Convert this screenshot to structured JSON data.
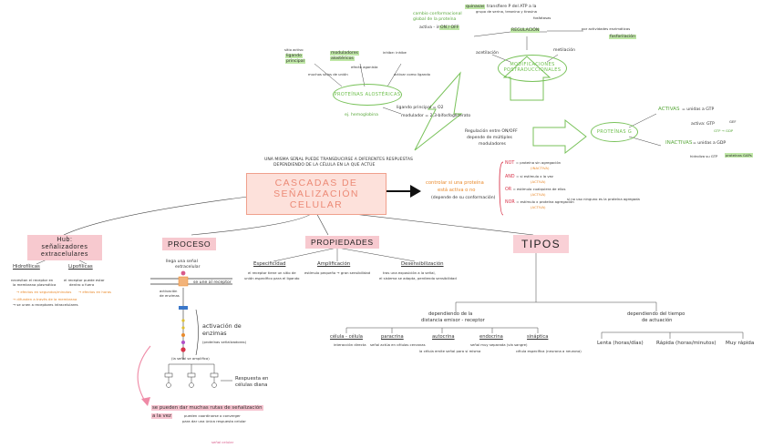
{
  "center": {
    "title_line1": "CASCADAS DE",
    "title_line2": "SEÑALIZACIÓN CELULAR",
    "above_line1": "UNA MISMA SEÑAL PUEDE TRANSDUCIRSE A DIFERENTES RESPUESTAS",
    "above_line2": "DEPENDIENDO DE LA CÉLULA EN LA QUE ACTÚE",
    "right_line1": "controlar si una proteína",
    "right_line2": "está activa o no",
    "right_line3": "(depende de su conformación)"
  },
  "logic": {
    "items": [
      {
        "key": "NOT",
        "text": "= proteína sin agregación",
        "tag": "(INACTIVA)"
      },
      {
        "key": "AND",
        "text": "= si estímulo x la vez",
        "tag": "(ACTIVA)"
      },
      {
        "key": "OR",
        "text": "= estímulo cualquiera de ellos",
        "tag": "(ACTIVA)"
      },
      {
        "key": "NOR",
        "text": "= estímulo x proteína agregación",
        "tag": "(ACTIVA)"
      }
    ],
    "side_note": "si no uso ninguno es la proteína agregada"
  },
  "top": {
    "cambio_line1": "cambio conformacional",
    "cambio_line2": "global de la proteína",
    "activa": "activa - inactiva",
    "on_off": "ON / OFF",
    "fosfo_box": "quinasas",
    "fosfo_text": "transfiere P del ATP a la",
    "fosfo_text2": "grupo de serina, treonina y tirosina",
    "fosfatasas": "fosfatasas",
    "regulacion": "REGULACIÓN",
    "eliminan": "por actividades enzimáticas",
    "fosforila": "fosforilación",
    "acetilacion": "acetilación",
    "metilacion": "metilación",
    "mod_oval_line1": "MODIFICACIONES",
    "mod_oval_line2": "POSTRADUCCIONALES"
  },
  "left_top": {
    "sitio_activo": "sitio activo",
    "ligando": "ligando",
    "principal": "principal",
    "moduladores": "moduladores",
    "alostericos": "alostéricos",
    "efecto": "efecto agonista",
    "inhibe": "inhibe: inhibe",
    "muchos": "muchos sitios de unión",
    "activar": "activar como ligando",
    "oval": "PROTEÍNAS ALOSTÉRICAS",
    "heterogenea": "ej. hemoglobina",
    "ligando_principal": "ligando principal = O2",
    "modulador": "modulador = 2,3-bifosfoglicerato"
  },
  "right_mid": {
    "regulacion_line1": "Regulación entre ON/OFF",
    "regulacion_line2": "depende de múltiples",
    "regulacion_line3": "moduladores",
    "oval": "PROTEÍNAS G",
    "activas": "ACTIVAS",
    "unidas_gtp": "= unidas a GTP",
    "inactivas": "INACTIVAS",
    "unidas_gdp": "= unidas a GDP",
    "activa_gtp": "activa: GTP",
    "gtp_gdp": "GTP → GDP",
    "hidroliza": "hidroliza su GTP",
    "proteinas_gaps": "proteínas GAPs",
    "gef": "GEF"
  },
  "heads": {
    "hub": "Hub: señalizadores extracelulares",
    "proceso": "PROCESO",
    "propiedades": "PROPIEDADES",
    "tipos": "TIPOS"
  },
  "hub": {
    "hidrofilicas": "Hidrofílicas",
    "lipofilicas": "Lipofílicas",
    "hidro_desc1": "necesitan el receptor en",
    "hidro_desc2": "la membrana plasmática",
    "lipo_desc1": "el receptor puede estar",
    "lipo_desc2": "dentro o fuera",
    "nota1": "→ difunden a través de la membrana",
    "nota2": "→ se unen a receptores intracelulares",
    "orange1": "→ efectos en segundos/minutos",
    "orange2": "→ efectos en horas"
  },
  "proceso": {
    "llega": "llega una señal",
    "extracelular": "extracelular",
    "receptor": "se une al receptor",
    "activacion": "activación",
    "de_enzimas": "de enzimas",
    "activacion_line1": "activación de",
    "activacion_line2": "enzimas",
    "activacion_line3": "(proteínas señalizadoras)",
    "amplifica": "(la señal se amplifica)",
    "respuesta_line1": "Respuesta en",
    "respuesta_line2": "células diana",
    "pink_line1": "se pueden dar muchas rutas de señalización",
    "pink_line2": "a la vez",
    "pink_line3": "pueden coordinarse o converger",
    "pink_line4": "para dar una única respuesta celular",
    "pink_bottom": "señal celular"
  },
  "propiedades": {
    "especificidad": "Especificidad",
    "amplificacion": "Amplificación",
    "desensibilizacion": "Desensibilización",
    "esp_desc1": "el receptor tiene un sitio de",
    "esp_desc2": "unión específico para el ligando",
    "amp_desc": "estímulo pequeño → gran sensibilidad",
    "des_desc1": "tras una exposición a la señal,",
    "des_desc2": "el sistema se adapta, perdiendo sensibilidad"
  },
  "tipos": {
    "left_head1": "dependiendo de la",
    "left_head2": "distancia emisor - receptor",
    "right_head1": "dependiendo del tiempo",
    "right_head2": "de actuación",
    "cols": [
      {
        "title": "célula - célula",
        "desc": "interacción directa"
      },
      {
        "title": "paracrina",
        "desc": "señal actúa en células cercanas"
      },
      {
        "title": "autocrina",
        "desc": "la célula emite señal para sí misma"
      },
      {
        "title": "endocrina",
        "desc": "señal muy separada (vía sangre)"
      },
      {
        "title": "sináptica",
        "desc": "célula específica (neurona a neurona)"
      }
    ],
    "time_cols": [
      {
        "title": "Lenta (horas/días)"
      },
      {
        "title": "Rápida (horas/minutos)"
      },
      {
        "title": "Muy rápida"
      }
    ]
  },
  "colors": {
    "green": "#79c25a",
    "pink": "#f7c9cf",
    "orange": "#e98a2c",
    "red": "#d8344a"
  }
}
